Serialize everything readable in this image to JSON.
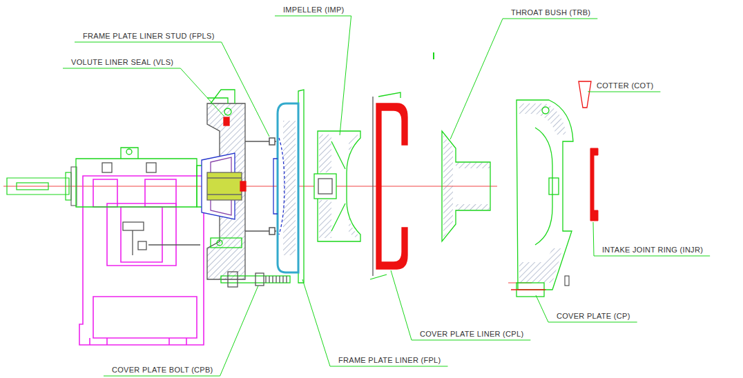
{
  "diagram": {
    "labels": [
      "IMPELLER (IMP)",
      "THROAT BUSH (TRB)",
      "FRAME PLATE LINER STUD (FPLS)",
      "VOLUTE LINER SEAL (VLS)",
      "COTTER (COT)",
      "INTAKE JOINT RING (INJR)",
      "COVER PLATE (CP)",
      "COVER PLATE LINER (CPL)",
      "FRAME PLATE LINER (FPL)",
      "COVER PLATE BOLT (CPB)"
    ]
  }
}
